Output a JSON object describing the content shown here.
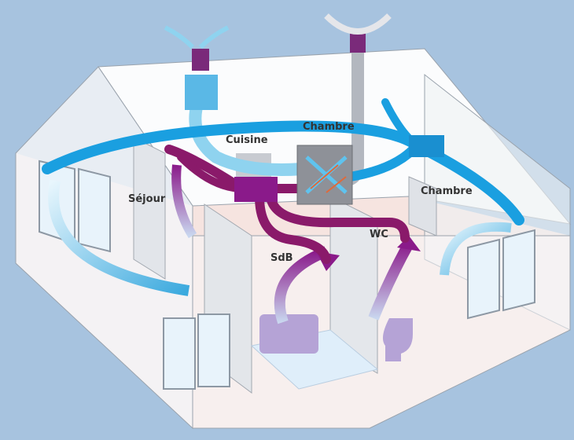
{
  "title": "Ventilation double flux",
  "rooms": {
    "sejour": "Séjour",
    "cuisine": "Cuisine",
    "chambre1": "Chambre",
    "chambre2": "Chambre",
    "sdb": "SdB",
    "wc": "WC"
  },
  "colors": {
    "background": "#a7c3df",
    "supply_duct": "#1a9fe0",
    "fresh_air_duct": "#8fd3ef",
    "extract_duct": "#8a1a6a",
    "exhaust_duct": "#b3b7bf",
    "wall": "#f4f6f8",
    "floor": "#f6e4e0"
  }
}
